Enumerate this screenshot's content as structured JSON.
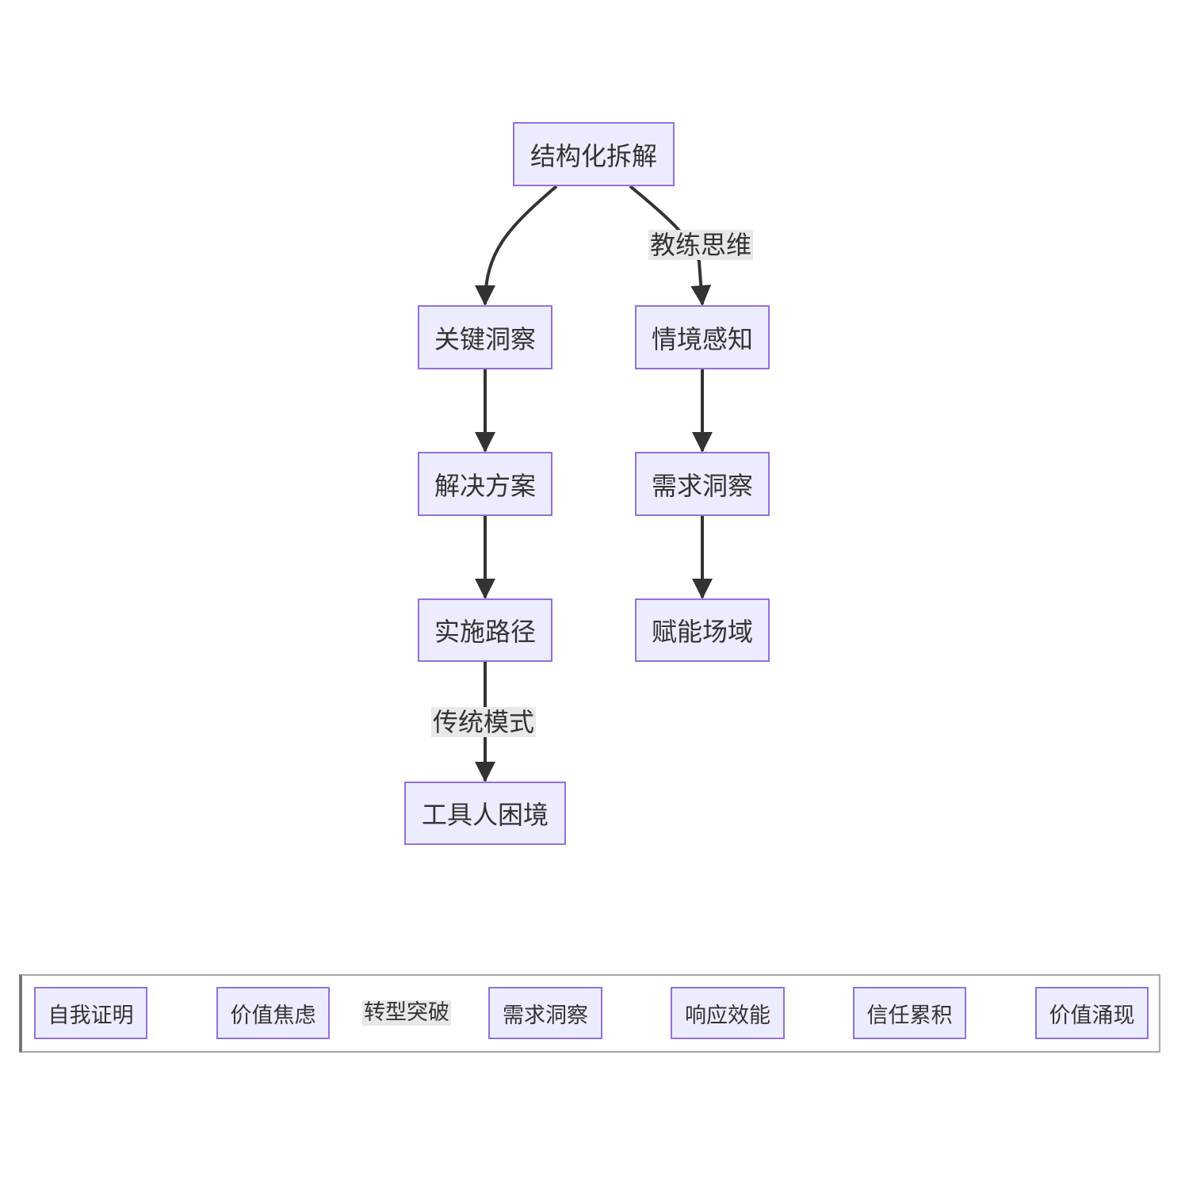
{
  "tree": {
    "nodes": {
      "root": "结构化拆解",
      "insight": "关键洞察",
      "solution": "解决方案",
      "path": "实施路径",
      "tool": "工具人困境",
      "context": "情境感知",
      "demand": "需求洞察",
      "empower": "赋能场域"
    },
    "edge_labels": {
      "coaching": "教练思维",
      "traditional": "传统模式"
    }
  },
  "flow": {
    "nodes": [
      "自我证明",
      "价值焦虑",
      "需求洞察",
      "响应效能",
      "信任累积",
      "价值涌现"
    ],
    "transition_label": "转型突破"
  },
  "colors": {
    "node_fill": "#ECECFF",
    "node_border": "#9370DB",
    "edge": "#333333",
    "text": "#333333",
    "label_bg": "#e8e8e8"
  }
}
